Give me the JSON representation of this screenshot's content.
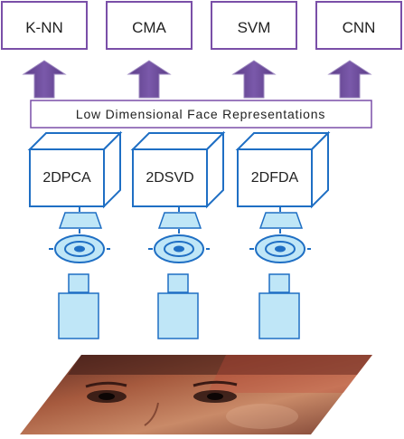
{
  "classifiers": [
    "K-NN",
    "CMA",
    "SVM",
    "CNN"
  ],
  "representation_label": "Low Dimensional Face Representations",
  "methods": [
    "2DPCA",
    "2DSVD",
    "2DFDA"
  ],
  "colors": {
    "classifier_border": "#7a4fa8",
    "arrow_fill": "#6b4a94",
    "arrow_border": "#9e8ac0",
    "method_stroke": "#1f6fc4",
    "camera_fill": "#bfe6f7"
  },
  "icons": {
    "arrows": "up-arrow-icon",
    "cameras": "camera-icon"
  }
}
